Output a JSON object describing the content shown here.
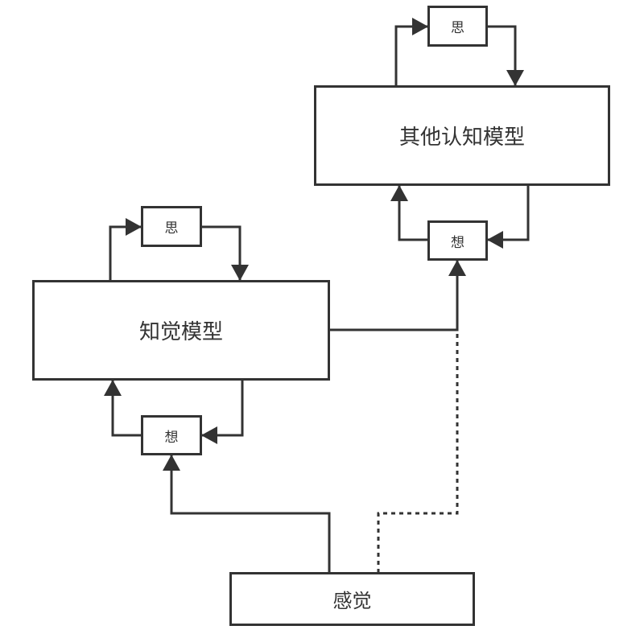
{
  "diagram": {
    "colors": {
      "stroke": "#333333",
      "background": "#ffffff"
    },
    "nodes": {
      "other_model": "其他认知模型",
      "other_si": "思",
      "other_xiang": "想",
      "perception_model": "知觉模型",
      "perception_si": "思",
      "perception_xiang": "想",
      "sensation": "感觉"
    },
    "edges": [
      {
        "from": "other_model",
        "to": "other_si",
        "style": "solid"
      },
      {
        "from": "other_si",
        "to": "other_model",
        "style": "solid"
      },
      {
        "from": "other_model",
        "to": "other_xiang",
        "style": "solid"
      },
      {
        "from": "other_xiang",
        "to": "other_model",
        "style": "solid"
      },
      {
        "from": "perception_model",
        "to": "perception_si",
        "style": "solid"
      },
      {
        "from": "perception_si",
        "to": "perception_model",
        "style": "solid"
      },
      {
        "from": "perception_model",
        "to": "perception_xiang",
        "style": "solid"
      },
      {
        "from": "perception_xiang",
        "to": "perception_model",
        "style": "solid"
      },
      {
        "from": "perception_model",
        "to": "other_xiang",
        "style": "solid"
      },
      {
        "from": "sensation",
        "to": "perception_xiang",
        "style": "solid"
      },
      {
        "from": "sensation",
        "to": "other_xiang",
        "style": "dotted"
      }
    ]
  }
}
